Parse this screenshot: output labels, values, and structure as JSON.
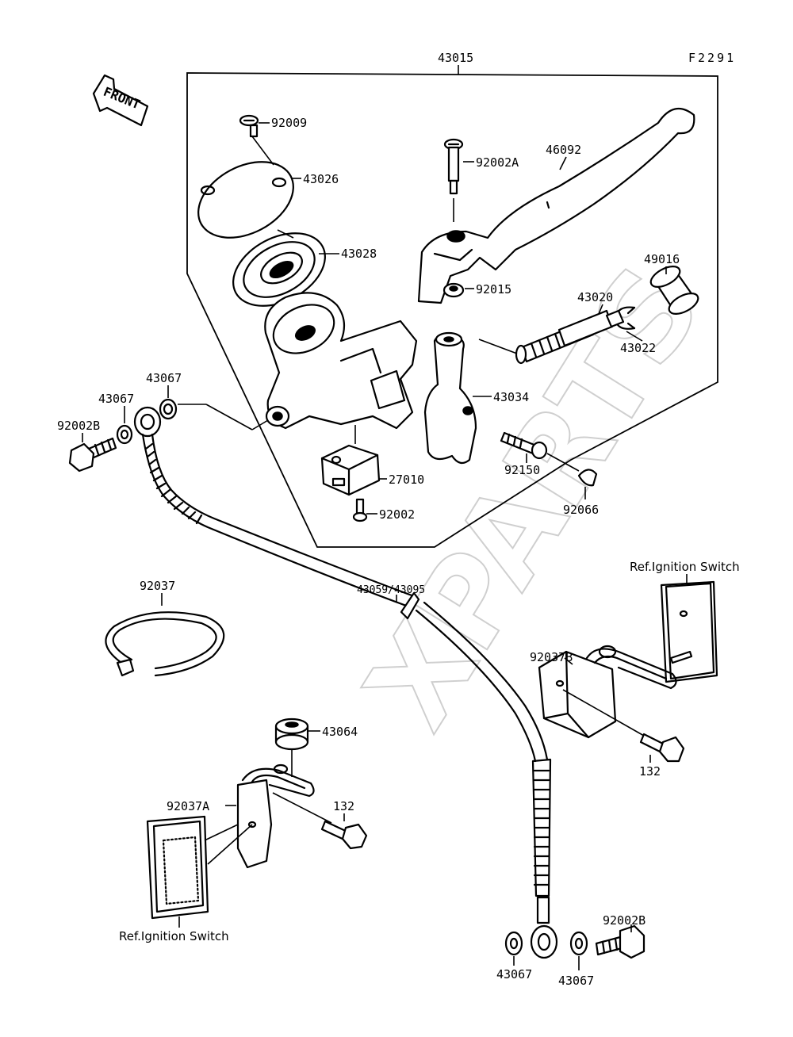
{
  "figure_code": "F2291",
  "front_label": "FRONT",
  "watermark": "XPARTS",
  "ref_ignition_switch": "Ref.Ignition Switch",
  "parts": {
    "p43015": "43015",
    "p92009": "92009",
    "p43026": "43026",
    "p43028": "43028",
    "p92002A": "92002A",
    "p46092": "46092",
    "p92015": "92015",
    "p49016": "49016",
    "p43020": "43020",
    "p43022": "43022",
    "p43034": "43034",
    "p92150": "92150",
    "p92066": "92066",
    "p27010": "27010",
    "p92002": "92002",
    "p43067_a": "43067",
    "p43067_b": "43067",
    "p92002B_a": "92002B",
    "p92037": "92037",
    "p43059": "43059/43095",
    "p92037B": "92037B",
    "p132_a": "132",
    "p43064": "43064",
    "p92037A": "92037A",
    "p132_b": "132",
    "p43067_c": "43067",
    "p43067_d": "43067",
    "p92002B_b": "92002B"
  }
}
